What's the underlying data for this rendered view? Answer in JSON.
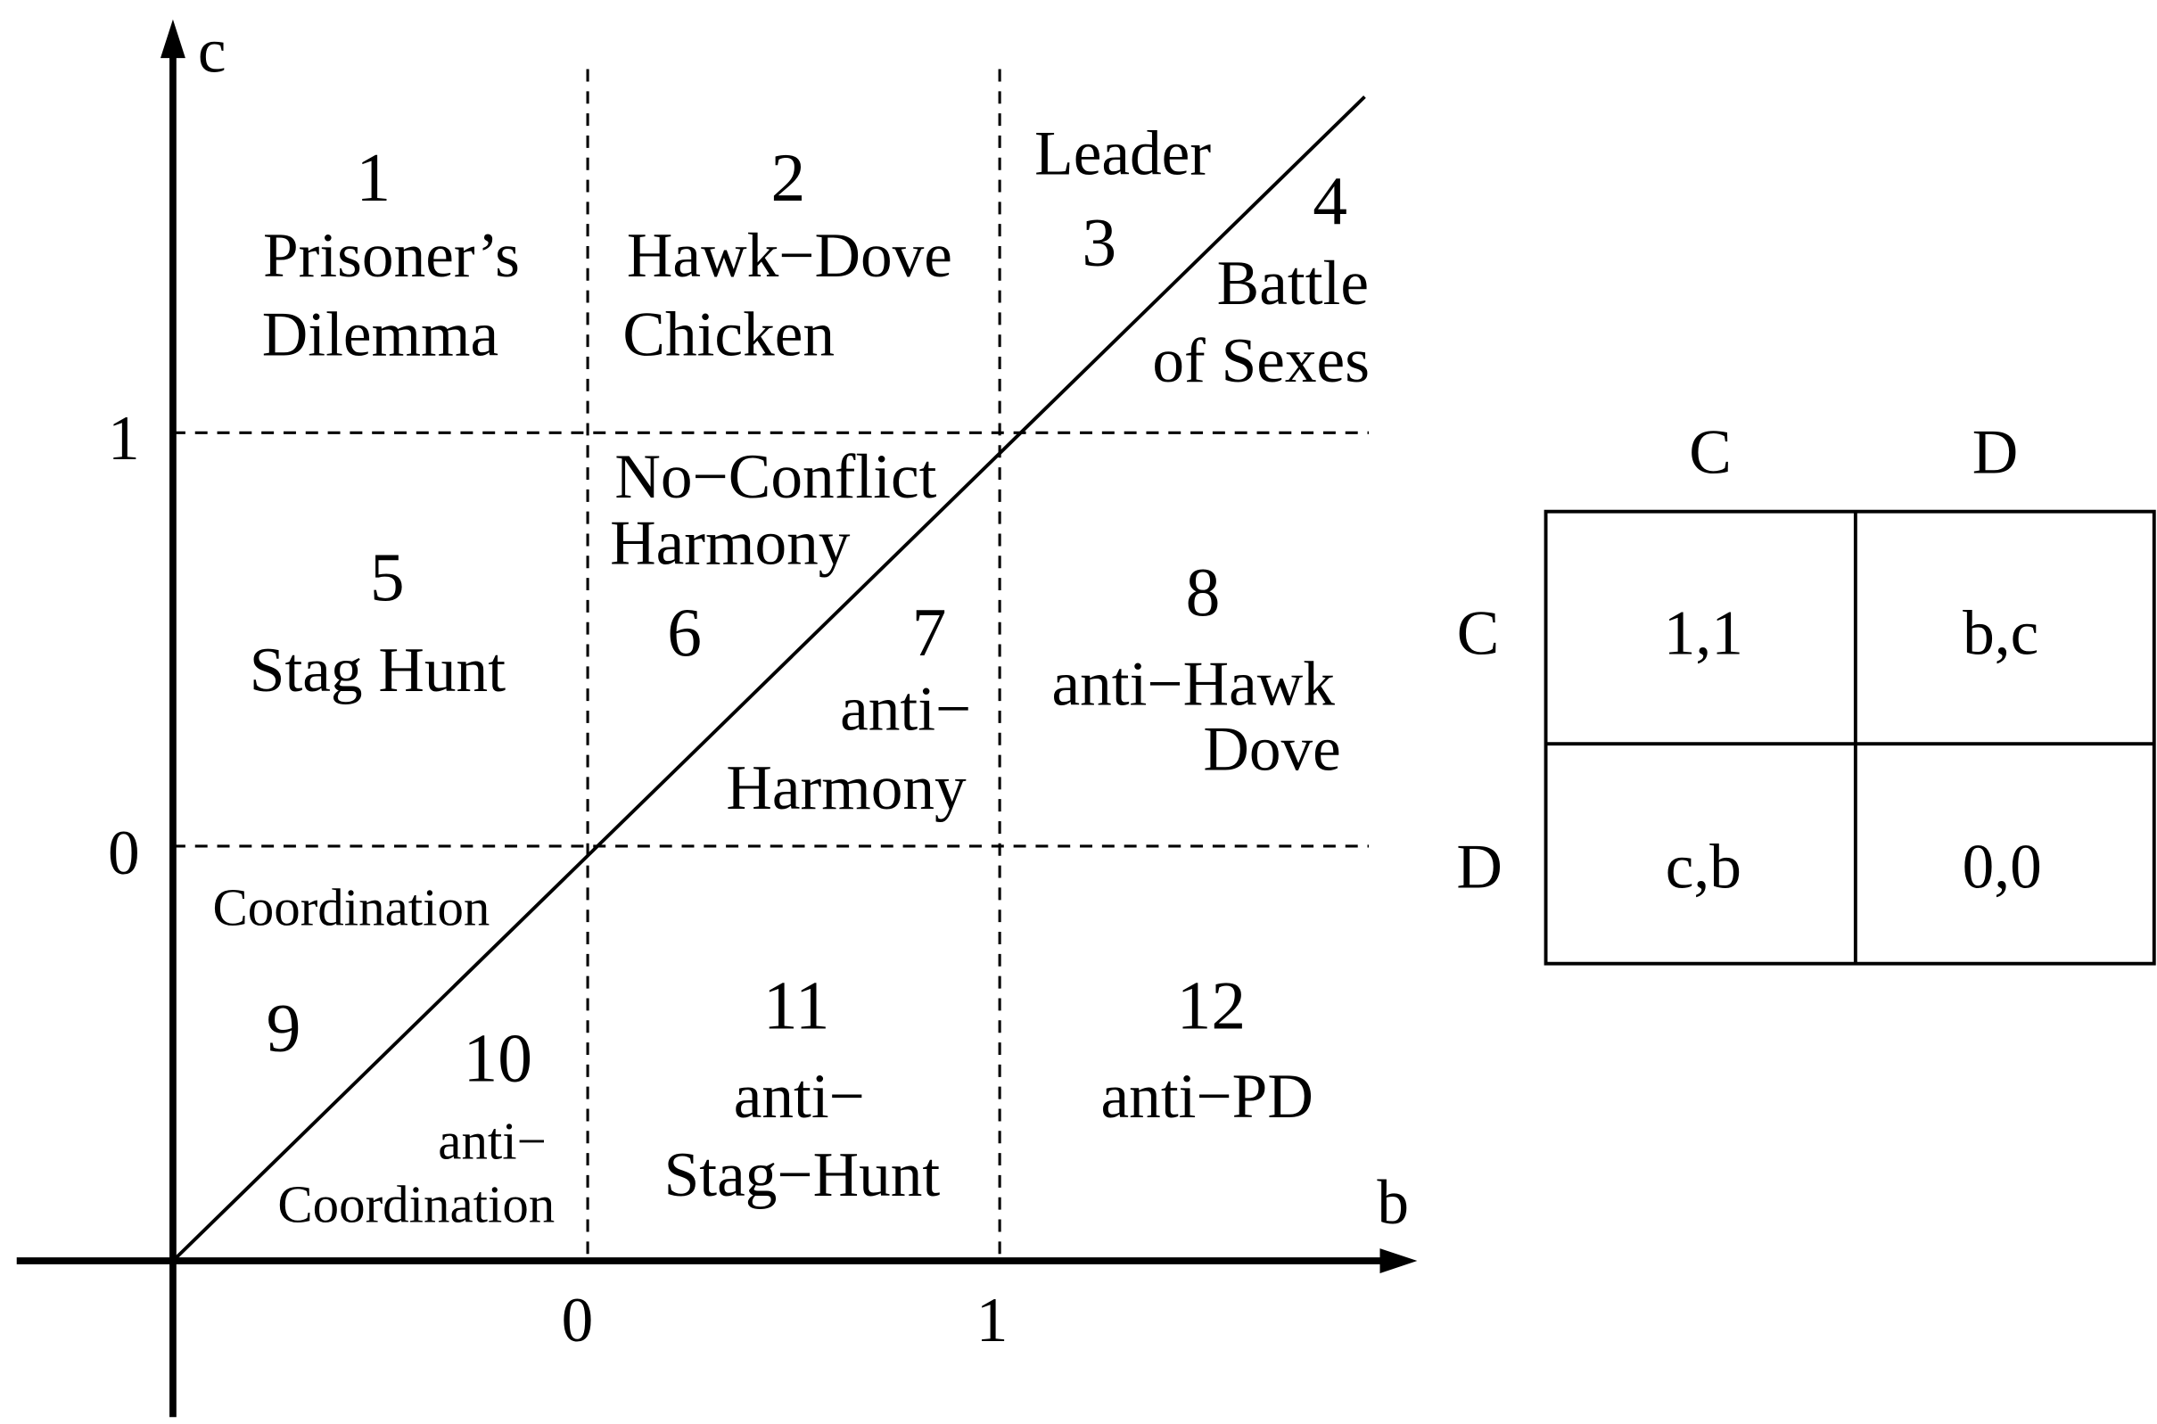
{
  "axes": {
    "x_label": "b",
    "y_label": "c",
    "x_ticks": [
      "0",
      "1"
    ],
    "y_ticks": [
      "1",
      "0"
    ]
  },
  "regions": {
    "r1": {
      "num": "1",
      "lines": [
        "Prisoner’s",
        "Dilemma"
      ]
    },
    "r2": {
      "num": "2",
      "lines": [
        "Hawk−Dove",
        "Chicken"
      ]
    },
    "r3": {
      "num": "3",
      "lines": [
        "Leader"
      ]
    },
    "r4": {
      "num": "4",
      "lines": [
        "Battle",
        "of Sexes"
      ]
    },
    "r5": {
      "num": "5",
      "lines": [
        "Stag Hunt"
      ]
    },
    "r6": {
      "num": "6",
      "lines": [
        "No−Conflict",
        "Harmony"
      ]
    },
    "r7": {
      "num": "7",
      "lines": [
        "anti−",
        "Harmony"
      ]
    },
    "r8": {
      "num": "8",
      "lines": [
        "anti−Hawk",
        "Dove"
      ]
    },
    "r9": {
      "num": "9",
      "lines": [
        "Coordination"
      ]
    },
    "r10": {
      "num": "10",
      "lines": [
        "anti−",
        "Coordination"
      ]
    },
    "r11": {
      "num": "11",
      "lines": [
        "anti−",
        "Stag−Hunt"
      ]
    },
    "r12": {
      "num": "12",
      "lines": [
        "anti−PD"
      ]
    }
  },
  "payoff_matrix": {
    "col_headers": [
      "C",
      "D"
    ],
    "row_headers": [
      "C",
      "D"
    ],
    "cells": [
      [
        "1,1",
        "b,c"
      ],
      [
        "c,b",
        "0,0"
      ]
    ]
  }
}
